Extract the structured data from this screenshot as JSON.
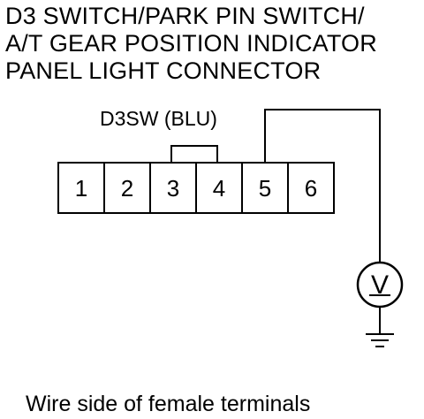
{
  "title": {
    "line1": "D3 SWITCH/PARK PIN SWITCH/",
    "line2": "A/T GEAR POSITION INDICATOR",
    "line3": "PANEL LIGHT CONNECTOR"
  },
  "wire_label": "D3SW (BLU)",
  "connector": {
    "pins": [
      "1",
      "2",
      "3",
      "4",
      "5",
      "6"
    ],
    "probed_pin": "5"
  },
  "meter": {
    "symbol": "V"
  },
  "caption": "Wire side of female terminals"
}
